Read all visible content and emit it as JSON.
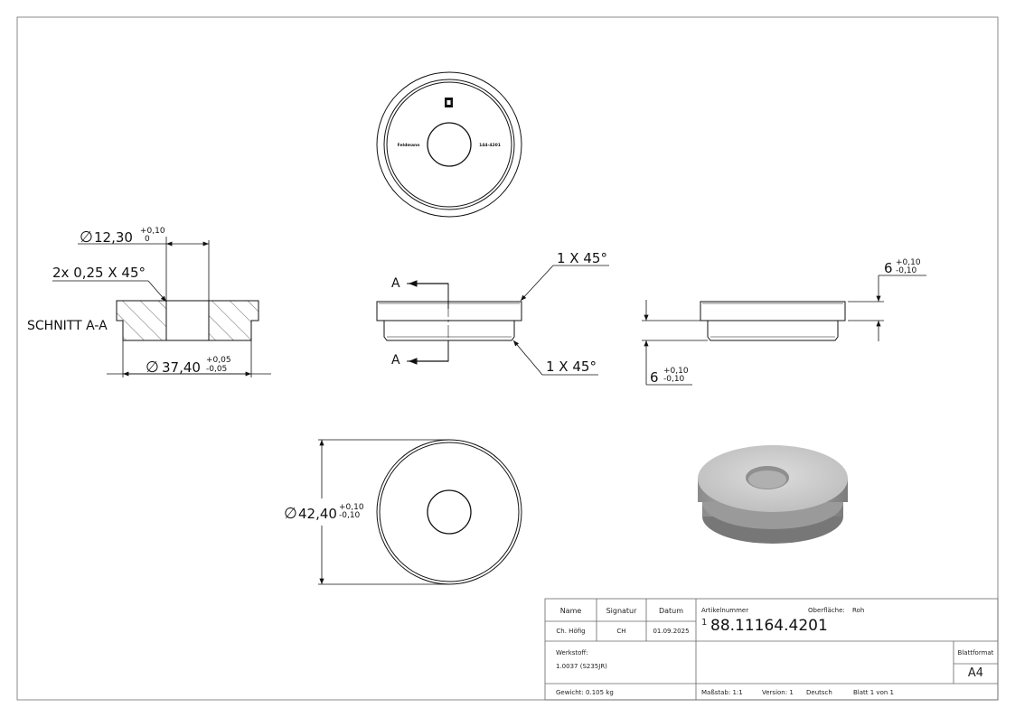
{
  "views": {
    "top_label_left": "Feldmann",
    "top_label_right": "144-4201",
    "section_label": "SCHNITT A-A",
    "cut_marker": "A"
  },
  "dimensions": {
    "bore_dia": {
      "sym": "∅",
      "value": "12,30",
      "tol_up": "+0,10",
      "tol_lo": "0"
    },
    "chamfer_bore": {
      "value": "2x 0,25 X 45°"
    },
    "outer_dia_section": {
      "sym": "∅",
      "value": "37,40",
      "tol_up": "+0,05",
      "tol_lo": "-0,05"
    },
    "chamfer_top": {
      "value": "1 X 45°"
    },
    "chamfer_bottom": {
      "value": "1 X 45°"
    },
    "height_upper": {
      "value": "6",
      "tol_up": "+0,10",
      "tol_lo": "-0,10"
    },
    "height_lower": {
      "value": "6",
      "tol_up": "+0,10",
      "tol_lo": "-0,10"
    },
    "flange_dia": {
      "sym": "∅",
      "value": "42,40",
      "tol_up": "+0,10",
      "tol_lo": "-0,10"
    }
  },
  "title_block": {
    "col_name": "Name",
    "col_signatur": "Signatur",
    "col_datum": "Datum",
    "name": "Ch. Höfig",
    "signatur": "CH",
    "datum": "01.09.2025",
    "artikel_label": "Artikelnummer",
    "oberflaeche_label": "Oberfläche:",
    "oberflaeche_value": "Roh",
    "artikel_prefix": "1",
    "artikel_number": "88.11164.4201",
    "werkstoff_label": "Werkstoff:",
    "werkstoff_value": "1.0037 (S235JR)",
    "blattformat_label": "Blattformat",
    "blattformat_value": "A4",
    "gewicht": "Gewicht: 0.105 kg",
    "massstab": "Maßstab: 1:1",
    "version": "Version: 1",
    "sprache": "Deutsch",
    "blatt": "Blatt 1 von 1"
  }
}
